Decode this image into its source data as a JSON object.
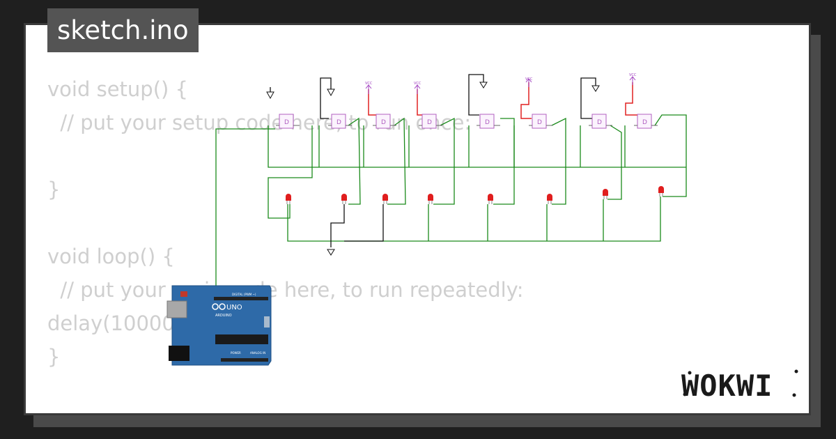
{
  "sketch": {
    "filename": "sketch.ino"
  },
  "code": {
    "lines": [
      "void setup() {",
      "  // put your setup code here, to run once:",
      "",
      "}",
      "",
      "void loop() {",
      "  // put your main code here, to run repeatedly:",
      "delay(10000);",
      "}"
    ]
  },
  "board": {
    "name": "UNO",
    "brand": "ARDUINO",
    "digital_label": "DIGITAL (PWM ~)",
    "power_label": "POWER",
    "analog_label": "ANALOG IN",
    "color": "#2e6aa8"
  },
  "chips": {
    "label": "D",
    "color": "#b05fc0"
  },
  "vcc_label": "VCC",
  "logo": {
    "text": "WOKWI"
  },
  "colors": {
    "wire_green": "#1a8a1a",
    "wire_red": "#e02020",
    "wire_black": "#111111",
    "vcc": "#a040c0",
    "led": "#e01e1e"
  }
}
